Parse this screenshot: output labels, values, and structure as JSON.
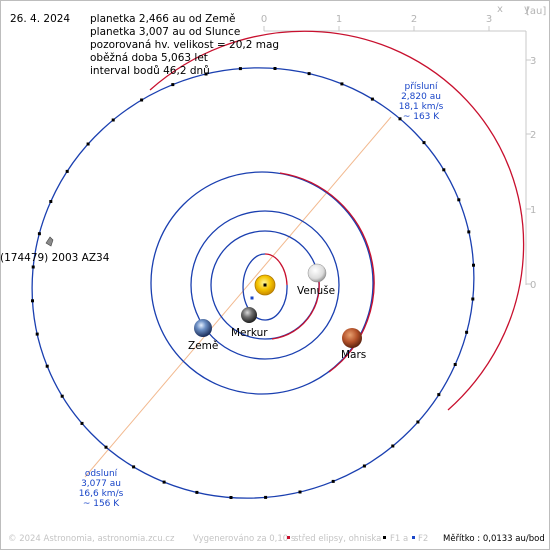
{
  "date": "26. 4. 2024",
  "info_lines": [
    "planetka 2,466 au od Země",
    "planetka 3,007 au od Slunce",
    "pozorovaná hv. velikost = 20,2 mag",
    "oběžná doba 5,063 let",
    "interval bodů 46,2 dnů"
  ],
  "axes": {
    "unit_label": "[au]",
    "x_axis_letter": "x",
    "y_axis_letter": "y",
    "x_ticks": [
      "0",
      "1",
      "2",
      "3"
    ],
    "y_ticks": [
      "3",
      "2",
      "1",
      "0"
    ]
  },
  "bodies": {
    "asteroid": "(174479) 2003 AZ34",
    "earth": "Země",
    "mercury": "Merkur",
    "venus": "Venuše",
    "mars": "Mars"
  },
  "perihelion": {
    "title": "přísluní",
    "distance": "2,820 au",
    "speed": "18,1 km/s",
    "temperature": "~ 163 K"
  },
  "aphelion": {
    "title": "odsluní",
    "distance": "3,077 au",
    "speed": "16,6 km/s",
    "temperature": "~ 156 K"
  },
  "footer": {
    "copyright": "© 2024 Astronomia, astronomia.zcu.cz",
    "generated": "Vygenerováno za 0,10 s",
    "legend_center": "střed elipsy, ohniska",
    "legend_f1": "F1 a",
    "legend_f2": "F2",
    "scale": "Měřítko : 0,0133 au/bod"
  },
  "colors": {
    "orbit_near_side": "#1a3fb0",
    "orbit_far_side": "#c8102e",
    "apsis_line": "#f2b98f",
    "apsis_text": "#1a46c8"
  }
}
